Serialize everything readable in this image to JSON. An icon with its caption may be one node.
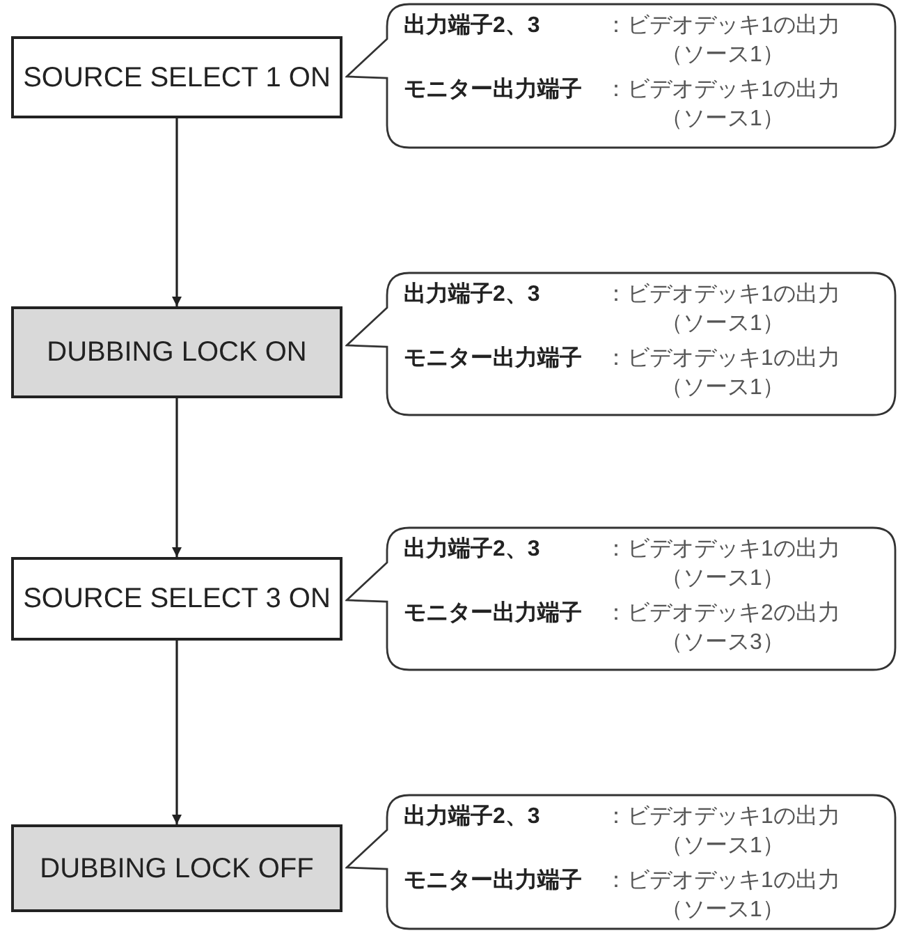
{
  "diagram": {
    "nodes": [
      {
        "text": [
          "SOURCE SELECT 1 ON"
        ]
      },
      {
        "text": [
          "出力端子2、3",
          "：ビデオデッキ1の出力（ソース1）",
          "モニター出力端子",
          "：ビデオデッキ1の出力（ソース1）"
        ]
      },
      {
        "text": [
          "DUBBING LOCK ON"
        ]
      },
      {
        "text": [
          "出力端子2、3",
          "：ビデオデッキ1の出力（ソース1）",
          "モニター出力端子",
          "：ビデオデッキ1の出力（ソース1）"
        ]
      },
      {
        "text": [
          "SOURCE SELECT 3 ON"
        ]
      },
      {
        "text": [
          "出力端子2、3",
          "：ビデオデッキ1の出力（ソース1）",
          "モニター出力端子",
          "：ビデオデッキ2の出力（ソース3）"
        ]
      },
      {
        "text": [
          "DUBBING LOCK OFF"
        ]
      },
      {
        "text": [
          "出力端子2、3",
          "：ビデオデッキ1の出力（ソース1）",
          "モニター出力端子",
          "：ビデオデッキ1の出力（ソース1）"
        ]
      }
    ],
    "edges": [
      {
        "from": 0,
        "to": 2,
        "arrow": "to"
      },
      {
        "from": 2,
        "to": 4,
        "arrow": "to"
      },
      {
        "from": 4,
        "to": 6,
        "arrow": "to"
      }
    ]
  }
}
